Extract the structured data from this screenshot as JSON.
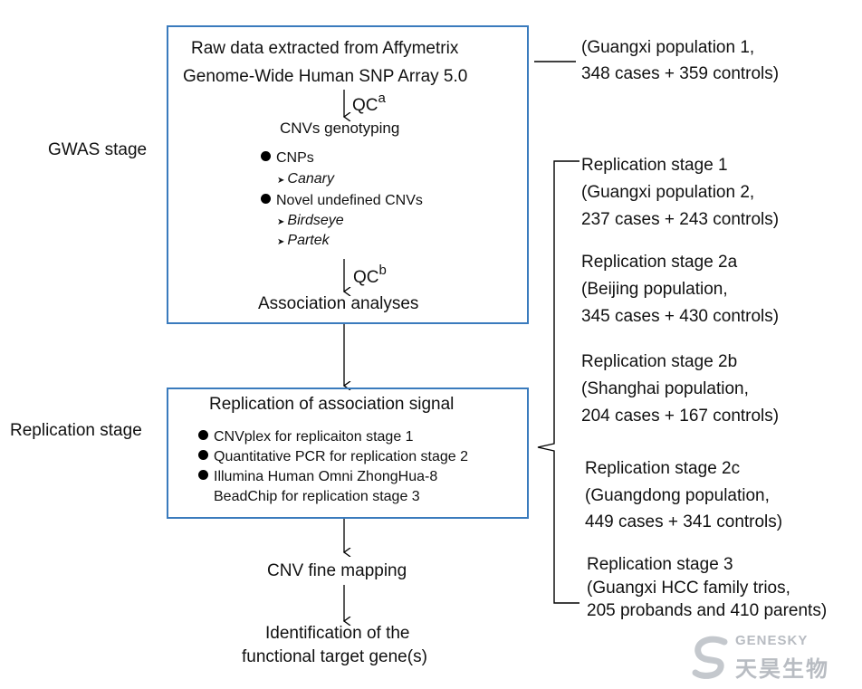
{
  "stages": {
    "gwas": "GWAS stage",
    "replication": "Replication stage"
  },
  "gwas_box": {
    "line1": "Raw data extracted from  Affymetrix",
    "line2": "Genome-Wide Human SNP Array   5.0",
    "qc_a": "QC",
    "qc_a_sup": "a",
    "cnv_genotyping": "CNVs genotyping",
    "cnps": "CNPs",
    "canary": "Canary",
    "novel": "Novel undefined CNVs",
    "birdseye": "Birdseye",
    "partek": "Partek",
    "qc_b": "QC",
    "qc_b_sup": "b",
    "assoc": "Association analyses"
  },
  "replication_box": {
    "title": "Replication of association signal",
    "items": [
      "CNVplex for replicaiton stage 1",
      "Quantitative PCR for replication stage 2",
      "Illumina Human Omni ZhongHua-8"
    ],
    "item3_cont": "BeadChip for replication stage 3"
  },
  "fine_mapping": "CNV fine mapping",
  "identification": [
    "Identification of the",
    "functional target gene(s)"
  ],
  "right_panel": {
    "guangxi1": [
      "(Guangxi population 1,",
      "348 cases + 359 controls)"
    ],
    "stage1": [
      "Replication stage 1",
      "(Guangxi population 2,",
      "237 cases + 243 controls)"
    ],
    "stage2a": [
      "Replication stage 2a",
      "(Beijing population,",
      "345 cases + 430 controls)"
    ],
    "stage2b": [
      "Replication stage 2b",
      "(Shanghai population,",
      "204 cases + 167 controls)"
    ],
    "stage2c": [
      "Replication stage 2c",
      "(Guangdong population,",
      "449 cases + 341 controls)"
    ],
    "stage3": [
      "Replication stage 3",
      "(Guangxi HCC family trios,",
      "205 probands and 410 parents)"
    ]
  },
  "logo": {
    "en": "GENESKY",
    "cn": "天昊生物"
  },
  "colors": {
    "box_border": "#3a7bbd",
    "text": "#111111",
    "logo": "#b8bcc2"
  }
}
